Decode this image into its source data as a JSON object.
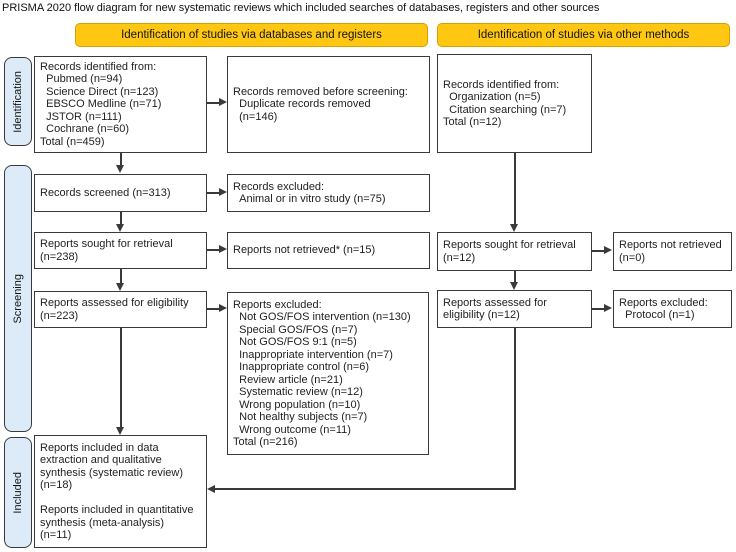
{
  "title": "PRISMA 2020 flow diagram for new systematic reviews which included searches of databases, registers and other sources",
  "colors": {
    "header_fill": "#FFC712",
    "header_border": "#D99E00",
    "stage_fill": "#DCEBF7",
    "box_border": "#3a3a3a",
    "line": "#3a3a3a"
  },
  "headers": {
    "databases": "Identification of studies via databases and registers",
    "other": "Identification of studies via other methods"
  },
  "stages": {
    "identification": "Identification",
    "screening": "Screening",
    "included": "Included"
  },
  "boxes": {
    "records_identified_db": "Records identified from:\n  Pubmed (n=94)\n  Science Direct (n=123)\n  EBSCO Medline (n=71)\n  JSTOR (n=111)\n  Cochrane (n=60)\nTotal (n=459)",
    "records_removed": "Records removed before screening:\n  Duplicate records removed\n  (n=146)",
    "records_identified_other": "Records identified from:\n  Organization (n=5)\n  Citation searching (n=7)\nTotal (n=12)",
    "records_screened": "Records screened (n=313)",
    "records_excluded": "Records excluded:\n  Animal or in vitro study (n=75)",
    "reports_sought_db": "Reports sought for retrieval\n(n=238)",
    "reports_not_retrieved_db": "Reports not retrieved* (n=15)",
    "reports_sought_other": "Reports sought for retrieval\n(n=12)",
    "reports_not_retrieved_other": "Reports not retrieved\n(n=0)",
    "reports_assessed_db": "Reports assessed for eligibility\n(n=223)",
    "reports_excluded_db": "Reports excluded:\n  Not GOS/FOS intervention (n=130)\n  Special GOS/FOS (n=7)\n  Not GOS/FOS 9:1 (n=5)\n  Inappropriate intervention (n=7)\n  Inappropriate control (n=6)\n  Review article (n=21)\n  Systematic review (n=12)\n  Wrong population (n=10)\n  Not healthy subjects (n=7)\n  Wrong outcome (n=11)\nTotal (n=216)",
    "reports_assessed_other": "Reports assessed for\neligibility (n=12)",
    "reports_excluded_other": "Reports excluded:\n  Protocol (n=1)",
    "included": "Reports included in data\nextraction and qualitative\nsynthesis (systematic review)\n(n=18)\n\nReports included in quantitative\nsynthesis (meta-analysis)\n(n=11)"
  }
}
